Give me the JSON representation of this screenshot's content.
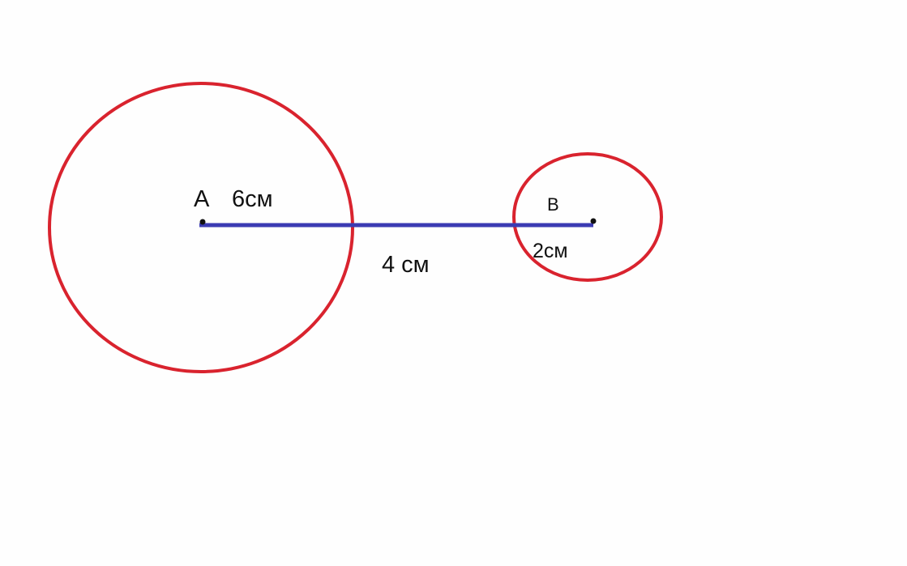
{
  "labels": {
    "point_a": "A",
    "radius_a": "6см",
    "point_b": "B",
    "radius_b": "2см",
    "distance": "4 см"
  },
  "colors": {
    "circle": "#d9232e",
    "segment": "#3b3bb3",
    "point": "#111111"
  }
}
